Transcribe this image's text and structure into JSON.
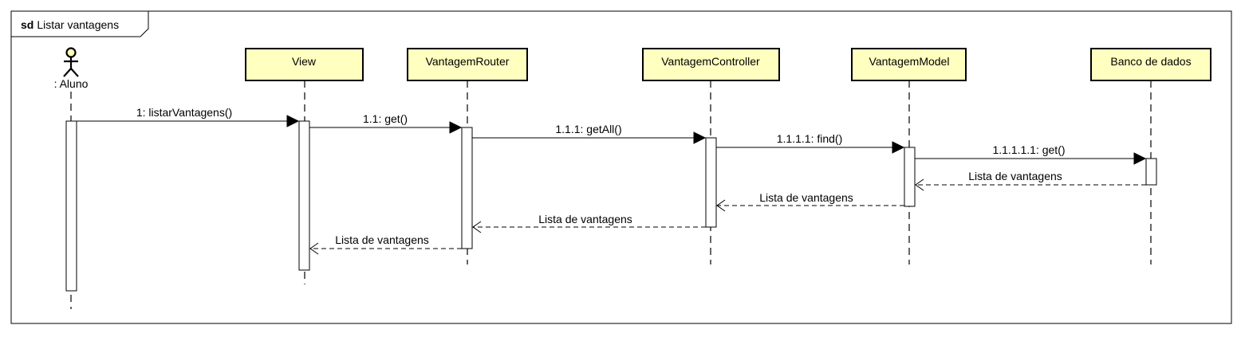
{
  "frame": {
    "keyword": "sd",
    "name": "Listar vantagens"
  },
  "actor": {
    "name": ": Aluno"
  },
  "participants": [
    {
      "id": "view",
      "name": "View"
    },
    {
      "id": "router",
      "name": "VantagemRouter"
    },
    {
      "id": "controller",
      "name": "VantagemController"
    },
    {
      "id": "model",
      "name": "VantagemModel"
    },
    {
      "id": "db",
      "name": "Banco de dados"
    }
  ],
  "messages": [
    {
      "label": "1: listarVantagens()"
    },
    {
      "label": "1.1: get()"
    },
    {
      "label": "1.1.1: getAll()"
    },
    {
      "label": "1.1.1.1: find()"
    },
    {
      "label": "1.1.1.1.1: get()"
    }
  ],
  "returns": [
    {
      "label": "Lista de vantagens"
    },
    {
      "label": "Lista de vantagens"
    },
    {
      "label": "Lista de vantagens"
    },
    {
      "label": "Lista de vantagens"
    }
  ]
}
